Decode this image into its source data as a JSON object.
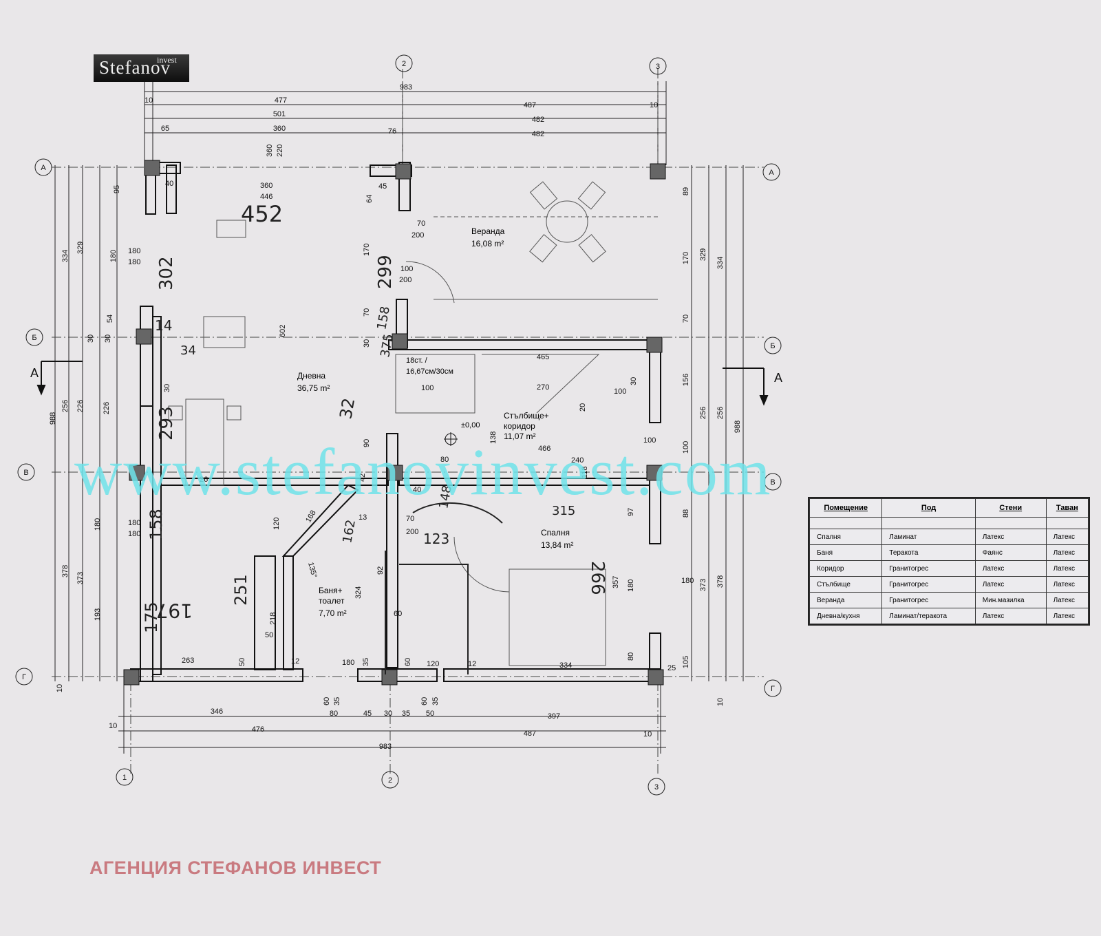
{
  "logo": {
    "main": "Stefanov",
    "sub": "invest"
  },
  "watermark": "www.stefanovinvest.com",
  "agency": "АГЕНЦИЯ СТЕФАНОВ ИНВЕСТ",
  "axes": {
    "num": [
      "1",
      "2",
      "3"
    ],
    "cyr": [
      "А",
      "Б",
      "В",
      "Г"
    ],
    "section": "А"
  },
  "rooms": {
    "veranda": {
      "name": "Веранда",
      "area": "16,08 m²"
    },
    "living": {
      "name": "Дневна",
      "area": "36,75 m²"
    },
    "stairs": {
      "name": "Стълбище+",
      "name2": "коридор",
      "area": "11,07 m²"
    },
    "bath": {
      "name": "Баня+",
      "name2": "тоалет",
      "area": "7,70 m²"
    },
    "bedroom": {
      "name": "Спалня",
      "area": "13,84 m²"
    }
  },
  "stair_note": {
    "line1": "18ст. /",
    "line2": "16,67см/30см"
  },
  "level": "±0,00",
  "dims_top": {
    "row1": [
      "983"
    ],
    "row2": [
      "10",
      "477",
      "487",
      "10"
    ],
    "row3": [
      "501",
      "482"
    ],
    "row4": [
      "65",
      "360",
      "76",
      "482"
    ]
  },
  "dims_bottom": {
    "row1": [
      "346",
      "80",
      "45",
      "30",
      "35",
      "50",
      "397"
    ],
    "row2": [
      "10",
      "476",
      "487",
      "10"
    ],
    "row3": [
      "983"
    ]
  },
  "dims_left": [
    "988",
    "334",
    "256",
    "378",
    "329",
    "226",
    "373",
    "95",
    "180",
    "54",
    "226",
    "180",
    "193",
    "10",
    "30",
    "30"
  ],
  "dims_right": [
    "988",
    "334",
    "256",
    "378",
    "329",
    "256",
    "373",
    "89",
    "170",
    "70",
    "156",
    "100",
    "88",
    "180",
    "105",
    "25",
    "10"
  ],
  "dims_inner": [
    "360",
    "220",
    "40",
    "360",
    "446",
    "45",
    "64",
    "70",
    "200",
    "100",
    "200",
    "170",
    "70",
    "30",
    "602",
    "180",
    "180",
    "465",
    "270",
    "100",
    "100",
    "30",
    "20",
    "138",
    "466",
    "100",
    "80",
    "240",
    "118",
    "97",
    "357",
    "180",
    "120",
    "324",
    "92",
    "60",
    "50",
    "40",
    "70",
    "200",
    "218",
    "50",
    "263",
    "12",
    "180",
    "35",
    "60",
    "120",
    "12",
    "334",
    "80",
    "180",
    "180",
    "135°",
    "26",
    "42",
    "13",
    "30",
    "90",
    "60",
    "35",
    "60",
    "35",
    "168"
  ],
  "handwritten": [
    "452",
    "302",
    "299",
    "293",
    "32",
    "14",
    "158",
    "158",
    "197",
    "251",
    "266",
    "175",
    "123",
    "315",
    "375",
    "34",
    "148",
    "162"
  ],
  "legend": {
    "headers": [
      "Помещение",
      "Под",
      "Стени",
      "Таван"
    ],
    "rows": [
      [
        "Спалня",
        "Ламинат",
        "Латекс",
        "Латекс"
      ],
      [
        "Баня",
        "Теракота",
        "Фаянс",
        "Латекс"
      ],
      [
        "Коридор",
        "Гранитогрес",
        "Латекс",
        "Латекс"
      ],
      [
        "Стълбище",
        "Гранитогрес",
        "Латекс",
        "Латекс"
      ],
      [
        "Веранда",
        "Гранитогрес",
        "Мин.мазилка",
        "Латекс"
      ],
      [
        "Дневна/кухня",
        "Ламинат/теракота",
        "Латекс",
        "Латекс"
      ]
    ]
  }
}
